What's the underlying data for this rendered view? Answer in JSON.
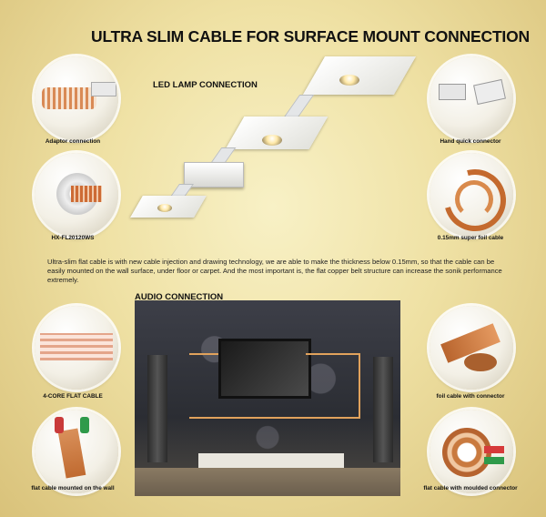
{
  "title": "ULTRA SLIM CABLE FOR SURFACE MOUNT CONNECTION",
  "sections": {
    "led": "LED LAMP CONNECTION",
    "audio": "AUDIO CONNECTION"
  },
  "description": "Ultra-slim flat cable is with new cable injection and drawing technology, we are able to make the thickness below 0.15mm, so that the cable can be easily mounted on the wall surface, under floor or carpet. And the most important is, the flat copper belt structure can increase the sonik performance extremely.",
  "photos": {
    "adaptor": "Adaptor connection",
    "hand_quick": "Hand quick connector",
    "hx": "HX-FL20120WS",
    "foil": "0.15mm super foil cable",
    "four_core": "4-CORE FLAT CABLE",
    "foil_connector": "foil cable with connector",
    "wall": "flat cable mounted on the wall",
    "moulded": "flat cable with moulded connector"
  },
  "colors": {
    "background": "#efe1a4",
    "copper": "#c8733a",
    "text": "#111111"
  }
}
